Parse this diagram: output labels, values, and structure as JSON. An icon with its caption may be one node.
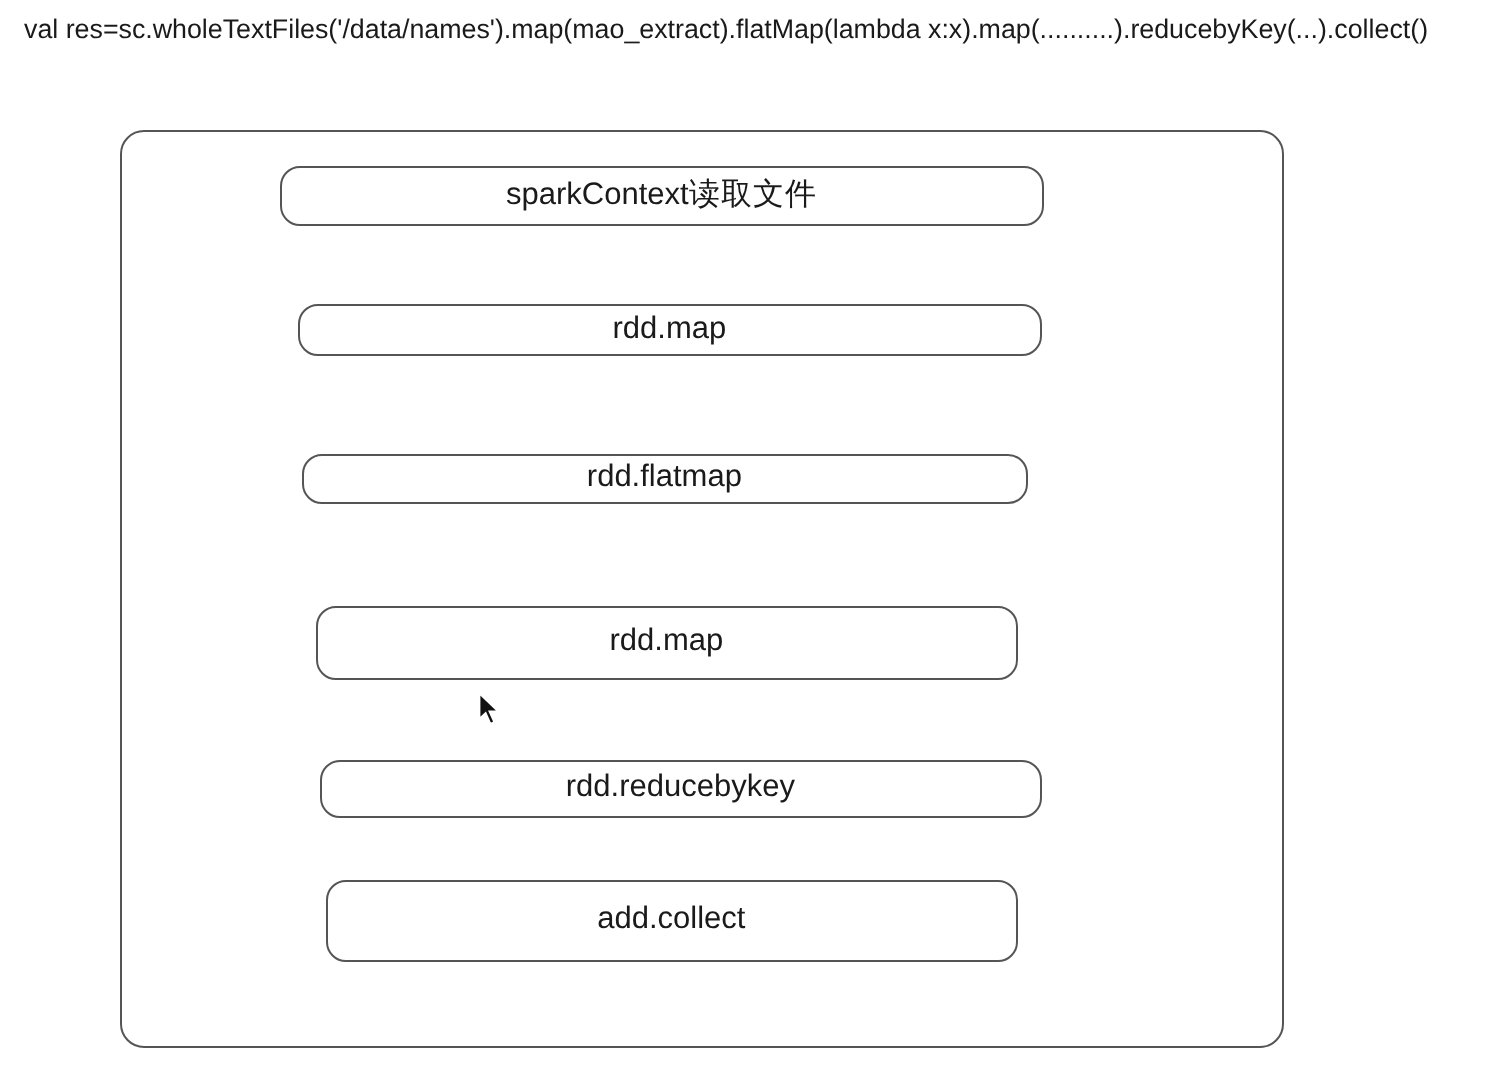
{
  "diagram": {
    "title": "val res=sc.wholeTextFiles('/data/names').map(mao_extract).flatMap(lambda x:x).map(..........).reducebyKey(...).collect()",
    "nodes": [
      {
        "text": [],
        "shape": "box"
      },
      {
        "text": [
          "sparkContext读取文件"
        ],
        "in": 0
      },
      {
        "text": [
          "rdd.map"
        ],
        "in": 0
      },
      {
        "text": [
          "rdd.flatmap"
        ],
        "in": 0
      },
      {
        "text": [
          "rdd.map"
        ],
        "in": 0
      },
      {
        "text": [
          "rdd.reducebykey"
        ],
        "in": 0
      },
      {
        "text": [
          "add.collect"
        ],
        "in": 0
      }
    ]
  }
}
